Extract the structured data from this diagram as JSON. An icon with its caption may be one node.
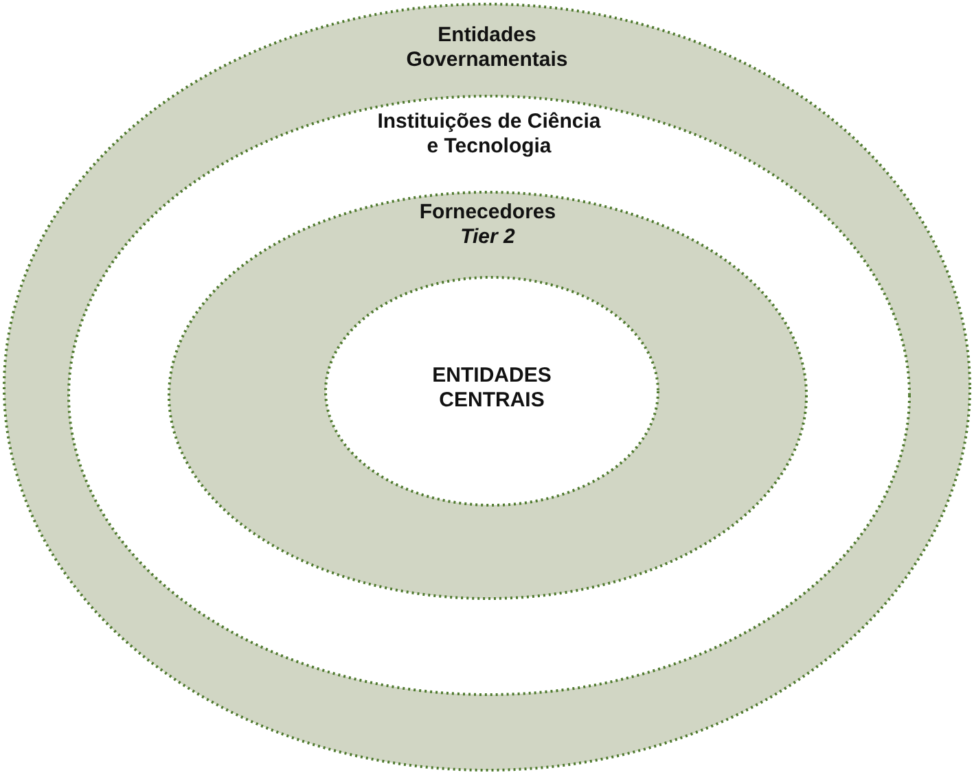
{
  "diagram": {
    "nodes": [
      {
        "text": [
          "Entidades Governamentais"
        ]
      },
      {
        "text": [
          "Instituições de Ciência e Tecnologia"
        ],
        "in": 0
      },
      {
        "text": [
          "Fornecedores",
          "Tier 2"
        ],
        "in": 1
      },
      {
        "text": [
          "ENTIDADES CENTRAIS"
        ],
        "in": 2
      }
    ]
  }
}
